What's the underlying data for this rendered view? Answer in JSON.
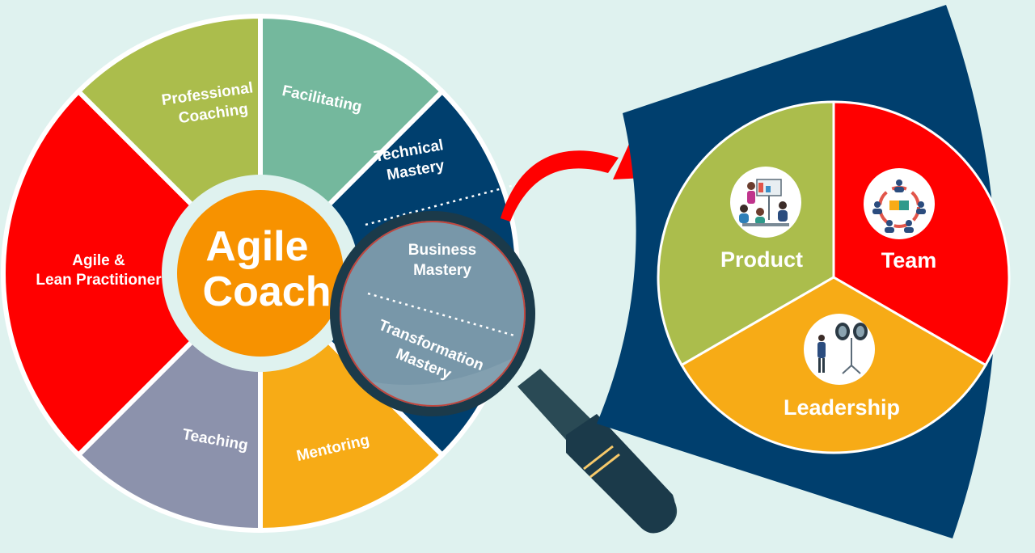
{
  "wheel": {
    "center": {
      "line1": "Agile",
      "line2": "Coach"
    },
    "segments": {
      "agile_lean": {
        "line1": "Agile &",
        "line2": "Lean Practitioner",
        "color": "#ff0000"
      },
      "professional_coaching": {
        "line1": "Professional",
        "line2": "Coaching",
        "color": "#abbd4c"
      },
      "facilitating": {
        "line1": "Facilitating",
        "color": "#74b89d"
      },
      "technical_mastery": {
        "line1": "Technical",
        "line2": "Mastery",
        "color": "#003f6e"
      },
      "business_mastery": {
        "line1": "Business",
        "line2": "Mastery"
      },
      "transformation_mastery": {
        "line1": "Transformation",
        "line2": "Mastery"
      },
      "mentoring": {
        "line1": "Mentoring",
        "color": "#f7ab16"
      },
      "teaching": {
        "line1": "Teaching",
        "color": "#8c92ac"
      }
    },
    "center_color": "#f79200"
  },
  "detail": {
    "product": {
      "label": "Product",
      "color": "#abbd4c",
      "icon": "presentation-icon"
    },
    "team": {
      "label": "Team",
      "color": "#ff0000",
      "icon": "team-puzzle-icon"
    },
    "leadership": {
      "label": "Leadership",
      "color": "#f7ab16",
      "icon": "binoculars-icon"
    },
    "band_color": "#003f6e"
  },
  "colors": {
    "background": "#dff2ef",
    "arrow": "#ff0000",
    "magnifier_rim": "#1b3a4a",
    "magnifier_handle": "#2a4a55"
  }
}
